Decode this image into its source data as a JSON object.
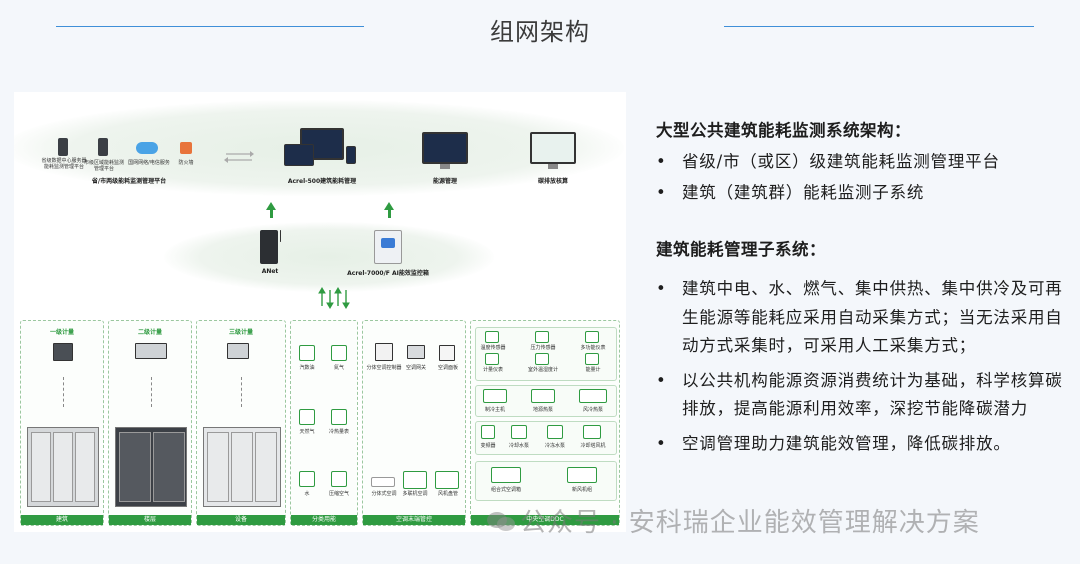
{
  "page": {
    "title": "组网架构"
  },
  "diagram": {
    "top_platform": {
      "items": [
        {
          "label": "省/市两级能耗监测管理平台",
          "sub": [
            "省级数据中心服务器",
            "能耗监测管理平台"
          ]
        },
        {
          "label": "",
          "sub": [
            "市级区域能耗监测管理平台"
          ]
        },
        {
          "label": "",
          "sub": [
            "国网网络/电信服务"
          ]
        },
        {
          "label": "",
          "sub": [
            "防火墙"
          ]
        }
      ],
      "platform_label": "省/市两级能耗监测管理平台",
      "acrel500_label": "Acrel-500建筑能耗管理",
      "energy_label": "能源管理",
      "carbon_label": "碳排放核算"
    },
    "middle": {
      "anet_label": "ANet",
      "acrel7000_label": "Acrel-7000/F AI能效监控箱"
    },
    "columns": [
      {
        "head": "一级计量",
        "foot": "建筑"
      },
      {
        "head": "二级计量",
        "foot": "楼层"
      },
      {
        "head": "三级计量",
        "foot": "设备"
      },
      {
        "head": "",
        "foot": "分类用能"
      },
      {
        "head": "",
        "foot": "空调末端管控"
      },
      {
        "head": "",
        "foot": "中央空调DDC"
      }
    ],
    "energy_types": [
      "汽数油",
      "氮气",
      "天然气",
      "冷热量表",
      "水",
      "压缩空气"
    ],
    "hvac_terminal": [
      "分体空调控制器",
      "空调网关",
      "空调面板",
      "分体式空调",
      "多联机空调",
      "风机盘管"
    ],
    "hvac_sensors": [
      "温度传感器",
      "压力传感器",
      "多功能仪表",
      "计量仪表",
      "室外温湿度计",
      "能量计"
    ],
    "hvac_plant": [
      "制冷主机",
      "地源热泵",
      "风冷热泵",
      "变频器",
      "冷却水泵",
      "冷冻水泵",
      "冷却塔风机",
      "组合式空调箱",
      "新风机组"
    ]
  },
  "text": {
    "section1_title": "大型公共建筑能耗监测系统架构：",
    "section1_items": [
      "省级/市（或区）级建筑能耗监测管理平台",
      "建筑（建筑群）能耗监测子系统"
    ],
    "section2_title": "建筑能耗管理子系统：",
    "section2_items": [
      "建筑中电、水、燃气、集中供热、集中供冷及可再生能源等能耗应采用自动采集方式；当无法采用自动方式采集时，可采用人工采集方式；",
      "以公共机构能源资源消费统计为基础，科学核算碳排放，提高能源利用效率，深挖节能降碳潜力",
      "空调管理助力建筑能效管理，降低碳排放。"
    ],
    "bullet": "•"
  },
  "watermark": "公众号 · 安科瑞企业能效管理解决方案",
  "colors": {
    "accent_green": "#2f9b41",
    "title_line": "#3f8fd8"
  }
}
